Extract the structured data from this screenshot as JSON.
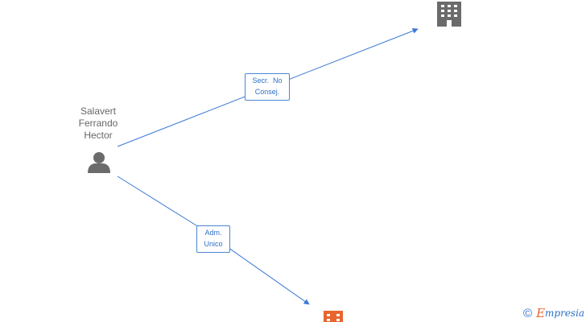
{
  "diagram": {
    "person": {
      "name_lines": [
        "Salavert",
        "Ferrando",
        "Hector"
      ],
      "icon": "person-icon",
      "color": "#6b6b6b"
    },
    "companies": [
      {
        "icon": "building-icon",
        "color": "#6b6b6b"
      },
      {
        "icon": "building-icon",
        "color": "#e8662e"
      }
    ],
    "edges": [
      {
        "from": "person",
        "to": "company-1",
        "label_lines": [
          "Secr.  No",
          "Consej."
        ]
      },
      {
        "from": "person",
        "to": "company-2",
        "label_lines": [
          "Adm.",
          "Unico"
        ]
      }
    ],
    "edge_color": "#3a78d4"
  },
  "watermark": {
    "copyright": "©",
    "brand_initial": "E",
    "brand_rest": "mpresia"
  }
}
